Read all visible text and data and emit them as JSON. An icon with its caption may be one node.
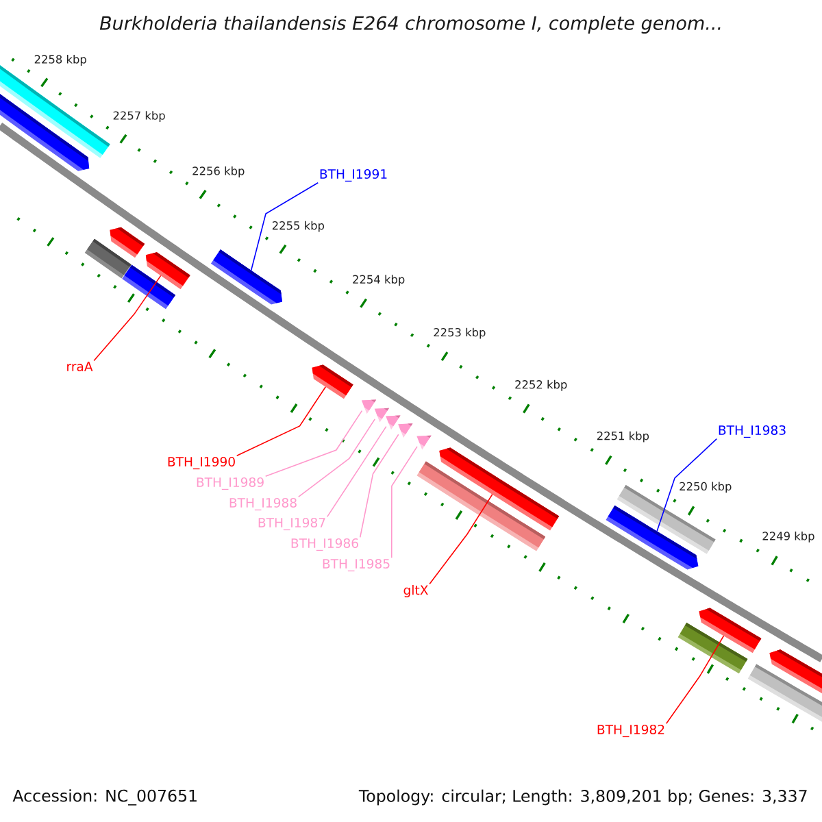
{
  "diagram": {
    "title": "Burkholderia thailandensis E264 chromosome I, complete genom...",
    "nodes": [
      {
        "text": [
          "BTH_I1991"
        ]
      },
      {
        "text": [],
        "shape": "arrow"
      },
      {
        "text": [
          "rraA"
        ]
      },
      {
        "text": [],
        "shape": "arrow"
      },
      {
        "text": [
          "BTH_I1990"
        ]
      },
      {
        "text": [],
        "shape": "arrow"
      },
      {
        "text": [
          "BTH_I1989"
        ]
      },
      {
        "text": [],
        "shape": "triangle"
      },
      {
        "text": [
          "BTH_I1988"
        ]
      },
      {
        "text": [],
        "shape": "triangle"
      },
      {
        "text": [
          "BTH_I1987"
        ]
      },
      {
        "text": [],
        "shape": "triangle"
      },
      {
        "text": [
          "BTH_I1986"
        ]
      },
      {
        "text": [],
        "shape": "triangle"
      },
      {
        "text": [
          "BTH_I1985"
        ]
      },
      {
        "text": [],
        "shape": "triangle"
      },
      {
        "text": [
          "gltX"
        ]
      },
      {
        "text": [],
        "shape": "arrow"
      },
      {
        "text": [
          "BTH_I1983"
        ]
      },
      {
        "text": [],
        "shape": "arrow"
      },
      {
        "text": [
          "BTH_I1982"
        ]
      },
      {
        "text": [],
        "shape": "arrow"
      },
      {
        "text": [],
        "shape": "bar"
      },
      {
        "text": [],
        "shape": "arrow"
      },
      {
        "text": [],
        "shape": "bar"
      },
      {
        "text": [],
        "shape": "arrow"
      },
      {
        "text": [],
        "shape": "bar"
      },
      {
        "text": [],
        "shape": "bar"
      },
      {
        "text": [],
        "shape": "bar"
      },
      {
        "text": [],
        "shape": "bar"
      },
      {
        "text": [],
        "shape": "bar"
      },
      {
        "text": [],
        "shape": "arrow"
      }
    ],
    "edges": [
      {
        "from": 0,
        "to": 1,
        "arrow": "none",
        "color": "#0000ff"
      },
      {
        "from": 2,
        "to": 3,
        "arrow": "none",
        "color": "#ff0000"
      },
      {
        "from": 4,
        "to": 5,
        "arrow": "none",
        "color": "#ff0000"
      },
      {
        "from": 6,
        "to": 7,
        "arrow": "none"
      },
      {
        "from": 8,
        "to": 9,
        "arrow": "none"
      },
      {
        "from": 10,
        "to": 11,
        "arrow": "none"
      },
      {
        "from": 12,
        "to": 13,
        "arrow": "none"
      },
      {
        "from": 14,
        "to": 15,
        "arrow": "none"
      },
      {
        "from": 16,
        "to": 17,
        "arrow": "none",
        "color": "#ff0000"
      },
      {
        "from": 18,
        "to": 19,
        "arrow": "none",
        "color": "#0000ff"
      },
      {
        "from": 20,
        "to": 21,
        "arrow": "none",
        "color": "#ff0000"
      }
    ],
    "labels": [
      "2258 kbp",
      "2257 kbp",
      "2256 kbp",
      "2255 kbp",
      "2254 kbp",
      "2253 kbp",
      "2252 kbp",
      "2251 kbp",
      "2250 kbp",
      "2249 kbp",
      "Accession: NC_007651",
      "Topology: circular; Length: 3,809,201 bp; Genes: 3,337"
    ]
  }
}
